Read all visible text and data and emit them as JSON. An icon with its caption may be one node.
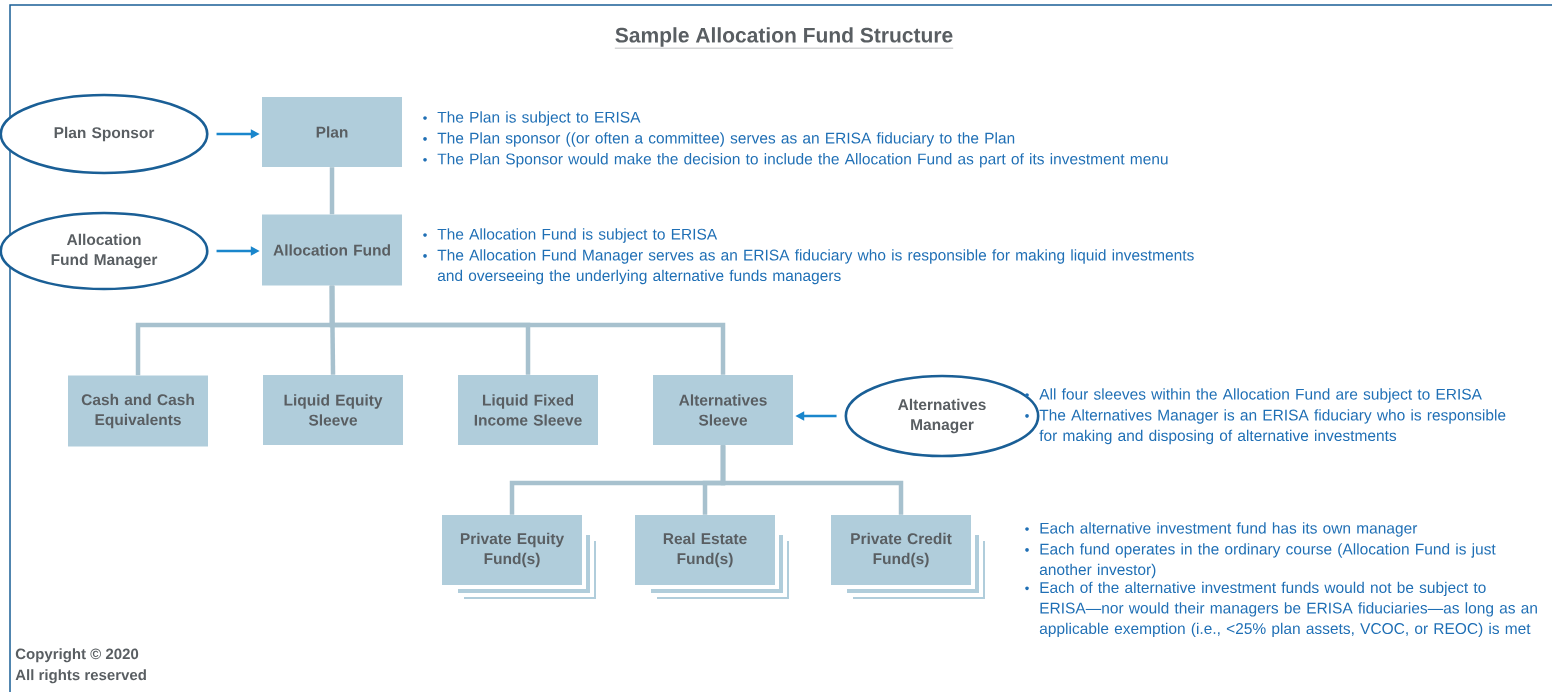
{
  "diagram": {
    "title": "Sample Allocation Fund Structure",
    "nodes": [
      {
        "text": [
          "Plan Sponsor"
        ]
      },
      {
        "text": [
          "Plan"
        ],
        "beside": [
          "The Plan is subject to ERISA",
          "The Plan sponsor ((or often a committee) serves as an ERISA fiduciary to the Plan",
          "The Plan Sponsor would make the decision to include the Allocation Fund as part of its investment menu"
        ]
      },
      {
        "text": [
          "Allocation Fund Manager"
        ]
      },
      {
        "text": [
          "Allocation Fund"
        ],
        "beside": [
          "The Allocation Fund is subject to ERISA",
          "The Allocation Fund Manager serves as an ERISA fiduciary who is responsible for making liquid investments and overseeing the underlying alternative funds managers"
        ]
      },
      {
        "text": [
          "Cash and Cash Equivalents"
        ]
      },
      {
        "text": [
          "Liquid Equity Sleeve"
        ]
      },
      {
        "text": [
          "Liquid Fixed Income Sleeve"
        ]
      },
      {
        "text": [
          "Alternatives Sleeve"
        ]
      },
      {
        "text": [
          "Alternatives Manager"
        ],
        "beside": [
          "All four sleeves within the Allocation Fund are subject to ERISA",
          "The Alternatives Manager is an ERISA fiduciary who is responsible for making and disposing of alternative investments"
        ]
      },
      {
        "text": [
          "Private Equity Fund(s)"
        ]
      },
      {
        "text": [
          "Real Estate Fund(s)"
        ]
      },
      {
        "text": [
          "Private Credit Fund(s)"
        ]
      }
    ],
    "edges": [
      {
        "from": 0,
        "to": 1,
        "arrow": "to",
        "color": "#1a86cc"
      },
      {
        "from": 1,
        "to": 3,
        "arrow": "none"
      },
      {
        "from": 2,
        "to": 3,
        "arrow": "to",
        "color": "#1a86cc"
      },
      {
        "from": 3,
        "to": 4,
        "arrow": "none"
      },
      {
        "from": 3,
        "to": 5,
        "arrow": "none"
      },
      {
        "from": 3,
        "to": 6,
        "arrow": "none"
      },
      {
        "from": 3,
        "to": 7,
        "arrow": "none"
      },
      {
        "from": 8,
        "to": 7,
        "arrow": "to",
        "color": "#1a86cc"
      },
      {
        "from": 7,
        "to": 9,
        "arrow": "none"
      },
      {
        "from": 7,
        "to": 10,
        "arrow": "none"
      },
      {
        "from": 7,
        "to": 11,
        "arrow": "none"
      }
    ],
    "labels": [
      "Each alternative investment fund has its own manager",
      "Each fund operates in the ordinary course (Allocation Fund is just another investor)",
      "Each of the alternative investment funds would not be subject to ERISA—nor would their managers be ERISA fiduciaries—as long as an applicable exemption (i.e., <25% plan assets, VCOC, or REOC) is met",
      "Copyright © 2020",
      "All rights reserved"
    ]
  }
}
